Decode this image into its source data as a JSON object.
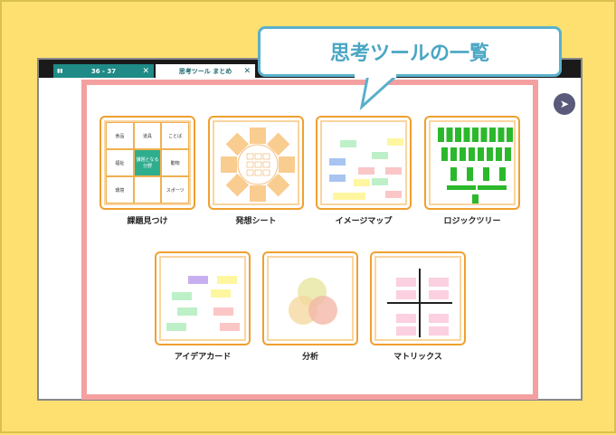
{
  "tabs": [
    {
      "label": "36 - 37",
      "icon": "book-icon"
    },
    {
      "label": "思考ツール まとめ"
    }
  ],
  "callout": {
    "title": "思考ツールの一覧"
  },
  "tools": [
    {
      "label": "課題見つけ",
      "grid": [
        "食品",
        "道具",
        "ことば",
        "福祉",
        "課題となる分野",
        "動物",
        "環境",
        "",
        "スポーツ"
      ]
    },
    {
      "label": "発想シート"
    },
    {
      "label": "イメージマップ"
    },
    {
      "label": "ロジックツリー"
    },
    {
      "label": "アイデアカード"
    },
    {
      "label": "分析"
    },
    {
      "label": "マトリックス"
    }
  ],
  "colors": {
    "accent": "#1f8a86",
    "callout": "#4aa6c4",
    "card_border": "#f0a030",
    "frame": "#f4a0a0",
    "background": "#fde070"
  }
}
